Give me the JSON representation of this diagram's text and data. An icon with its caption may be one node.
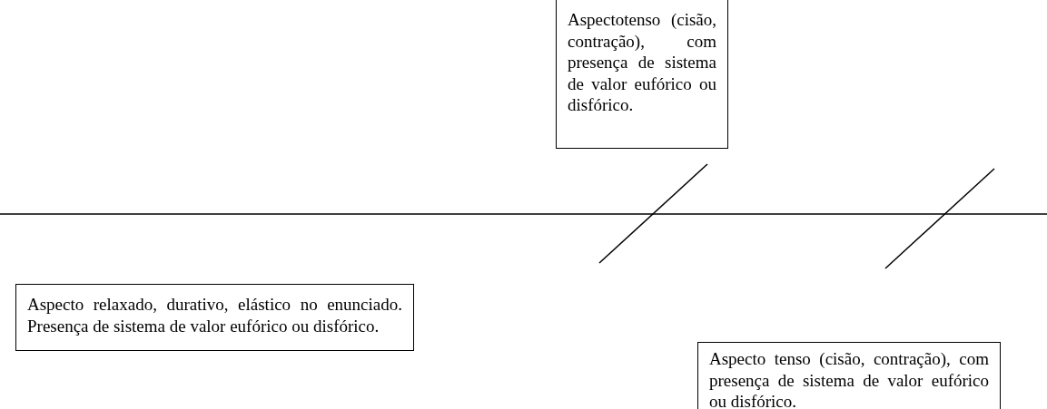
{
  "diagram": {
    "nodes": [
      {
        "text": [
          "Aspectotenso (cisão, contração), com presença de sistema de valor eufórico ou disfórico."
        ]
      },
      {
        "text": [
          "Aspecto relaxado, durativo, elástico no enunciado. Presença de sistema de valor eufórico ou disfórico."
        ]
      },
      {
        "text": [
          "Aspecto tenso (cisão, contração), com presença de sistema de valor eufórico ou disfórico."
        ]
      }
    ]
  }
}
